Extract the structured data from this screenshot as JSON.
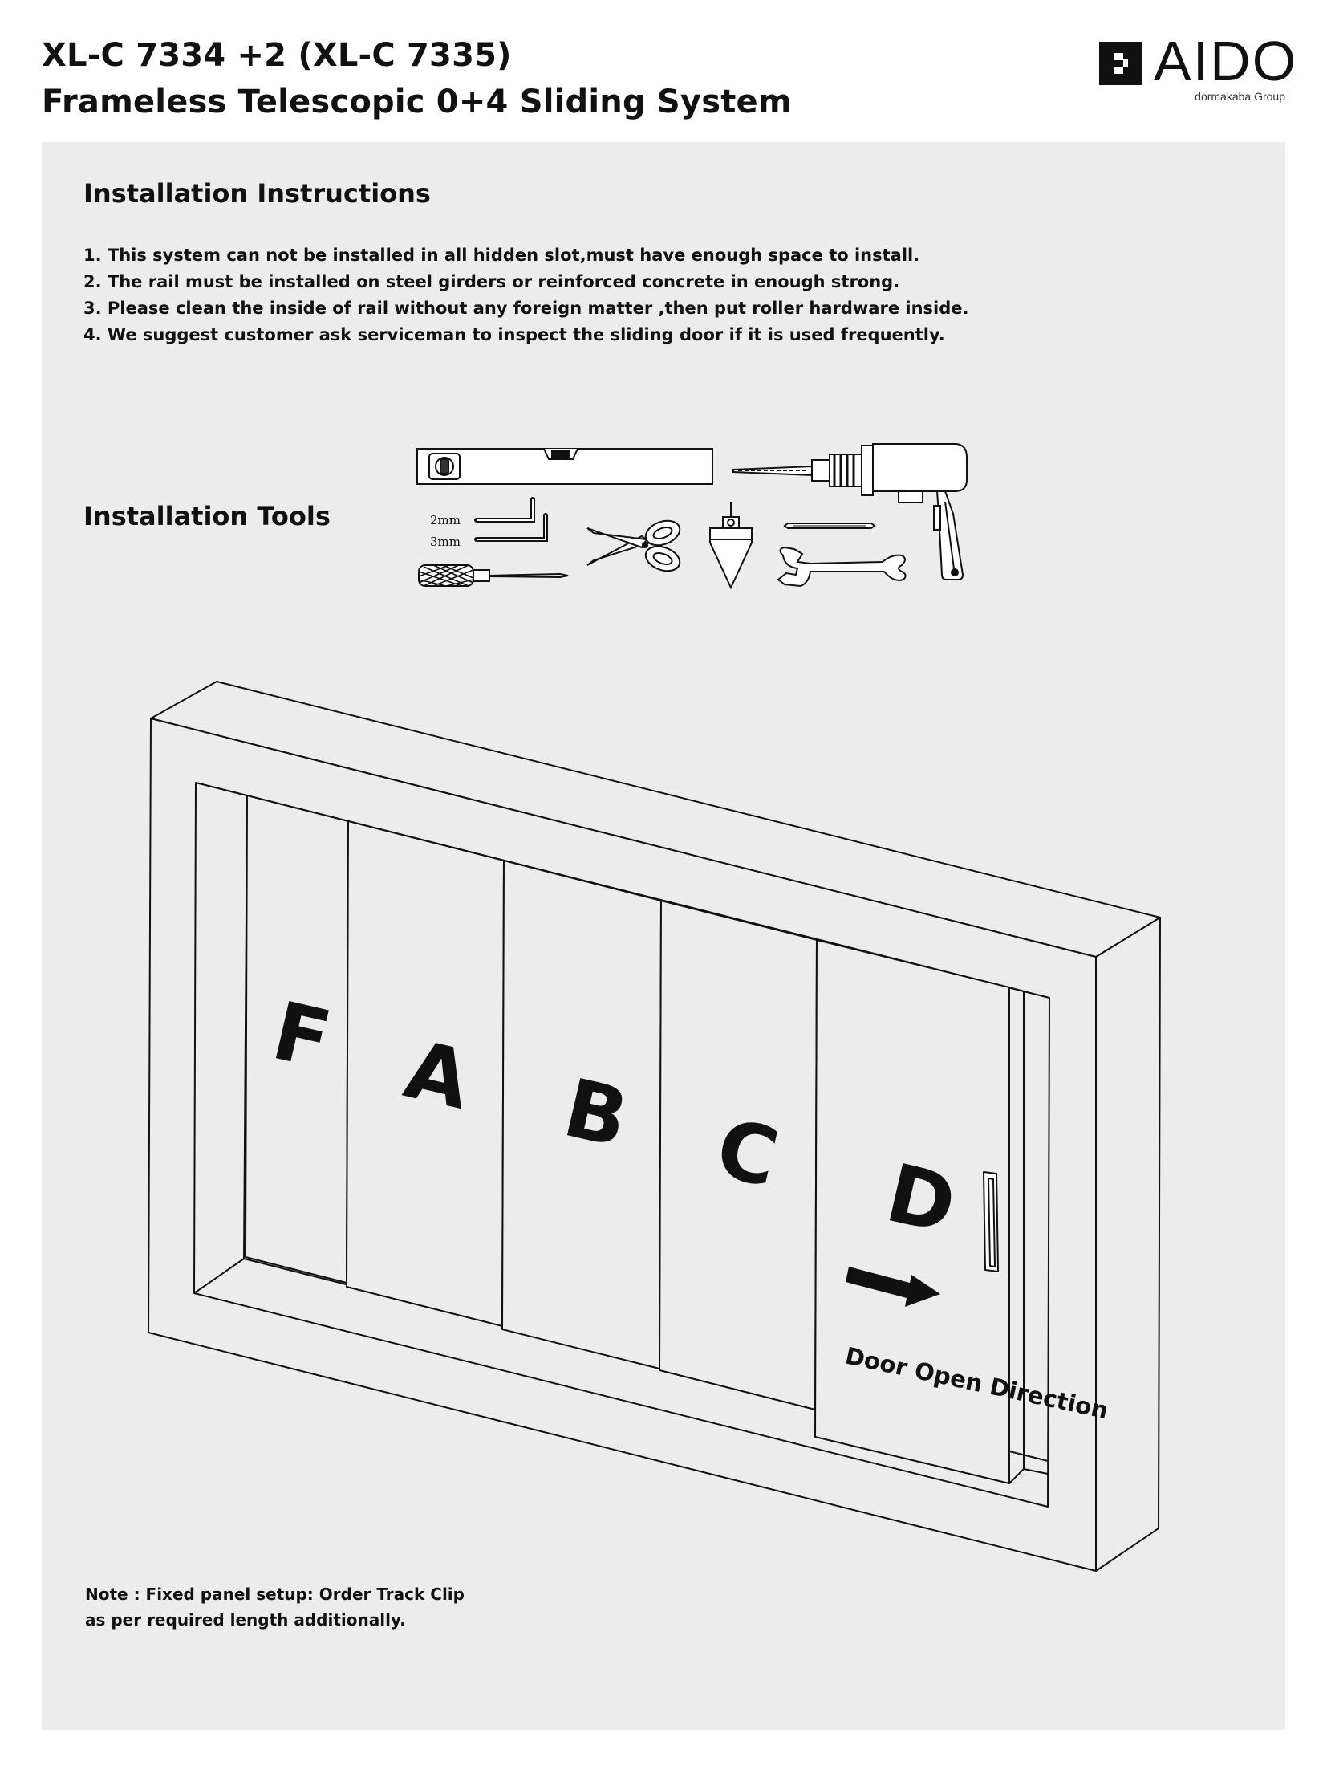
{
  "header": {
    "title_line1": "XL-C 7334 +2 (XL-C 7335)",
    "title_line2": "Frameless Telescopic 0+4 Sliding System"
  },
  "logo": {
    "brand": "AIDO",
    "group": "dormakaba Group"
  },
  "instructions": {
    "heading": "Installation Instructions",
    "items": [
      "1.  This system can not be installed in all hidden slot,must have enough space to install.",
      "2. The rail must be installed on steel girders or reinforced concrete in enough strong.",
      "3. Please clean the inside of rail without any foreign matter  ,then put roller hardware inside.",
      "4. We suggest customer ask serviceman to inspect the sliding door if it is used frequently."
    ]
  },
  "tools": {
    "heading": "Installation Tools",
    "hex_key_small": "2mm",
    "hex_key_large": "3mm",
    "icons": [
      "spirit-level-icon",
      "drill-icon",
      "hex-key-icon",
      "scissors-icon",
      "plumb-bob-icon",
      "pin-icon",
      "wrench-icon",
      "screwdriver-icon"
    ]
  },
  "diagram": {
    "panels": [
      "F",
      "A",
      "B",
      "C",
      "D"
    ],
    "direction_label": "Door Open Direction"
  },
  "note": {
    "line1": "Note :  Fixed panel setup: Order Track Clip",
    "line2": "as per required length additionally."
  }
}
